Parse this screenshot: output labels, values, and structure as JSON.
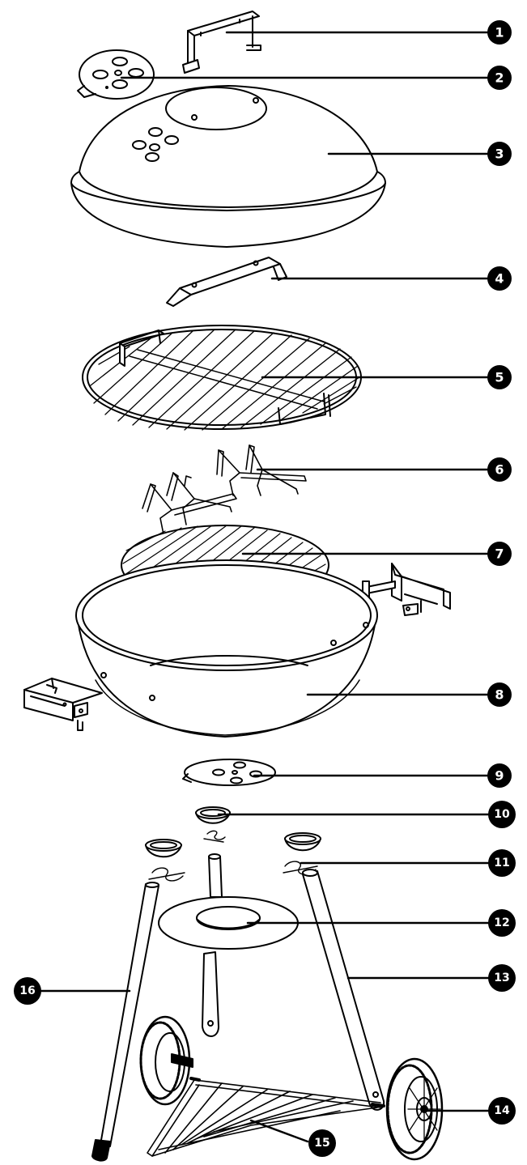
{
  "diagram": {
    "type": "exploded-parts-diagram",
    "colors": {
      "ink": "#000000",
      "paper": "#ffffff"
    },
    "callouts": [
      "1",
      "2",
      "3",
      "4",
      "5",
      "6",
      "7",
      "8",
      "9",
      "10",
      "11",
      "12",
      "13",
      "14",
      "15",
      "16"
    ]
  }
}
